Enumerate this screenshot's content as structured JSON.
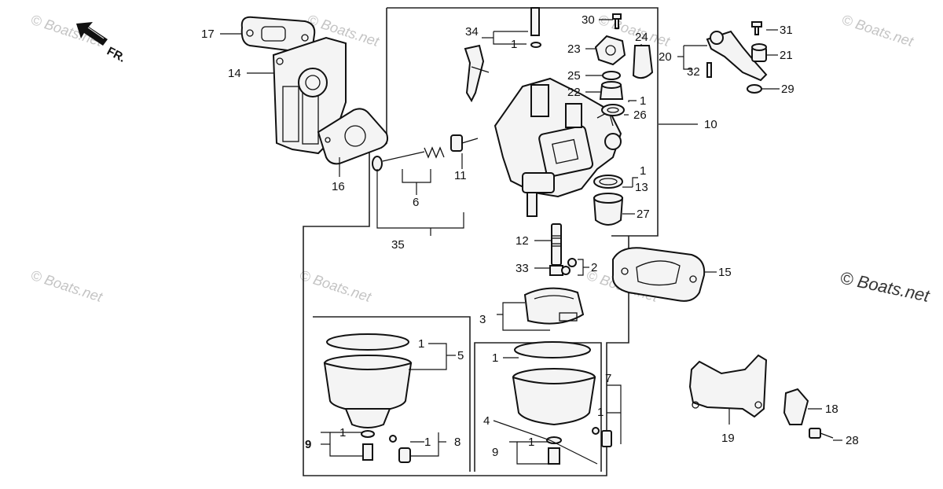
{
  "diagram": {
    "orientation": "FR.",
    "watermark": "© Boats.net",
    "callouts": {
      "c1": "1",
      "c2": "2",
      "c3": "3",
      "c4": "4",
      "c5": "5",
      "c6": "6",
      "c7": "7",
      "c8": "8",
      "c9": "9",
      "c10": "10",
      "c11": "11",
      "c12": "12",
      "c13": "13",
      "c14": "14",
      "c15": "15",
      "c16": "16",
      "c17": "17",
      "c18": "18",
      "c19": "19",
      "c20": "20",
      "c21": "21",
      "c22": "22",
      "c23": "23",
      "c24": "24",
      "c25": "25",
      "c26": "26",
      "c27": "27",
      "c28": "28",
      "c29": "29",
      "c30": "30",
      "c31": "31",
      "c32": "32",
      "c33": "33",
      "c34": "34",
      "c35": "35"
    }
  }
}
